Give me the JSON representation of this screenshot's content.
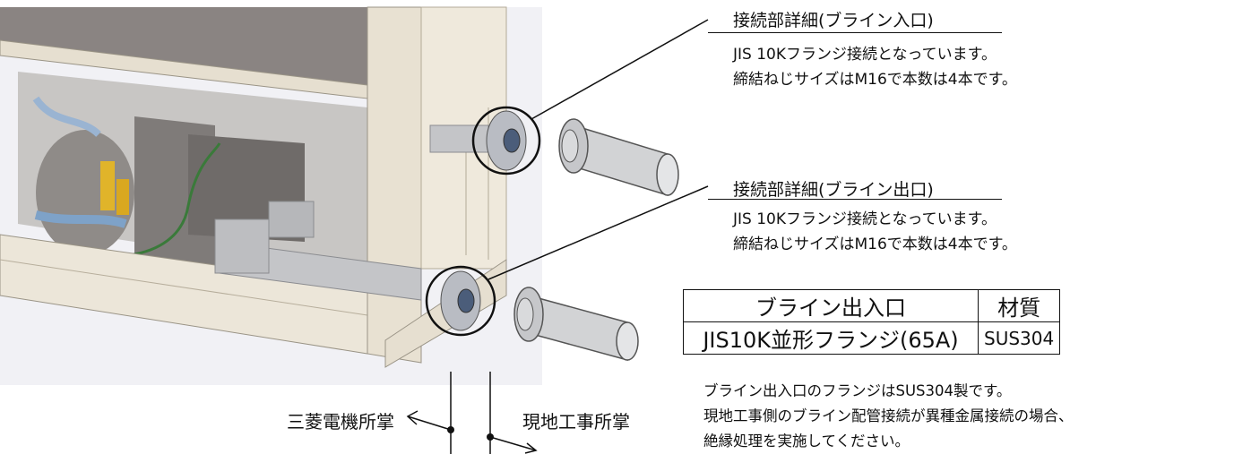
{
  "callout_inlet": {
    "title": "接続部詳細(ブライン入口)",
    "line1": "JIS 10Kフランジ接続となっています。",
    "line2": "締結ねじサイズはM16で本数は4本です。"
  },
  "callout_outlet": {
    "title": "接続部詳細(ブライン出口)",
    "line1": "JIS 10Kフランジ接続となっています。",
    "line2": "締結ねじサイズはM16で本数は4本です。"
  },
  "spec_table": {
    "headers": [
      "ブライン出入口",
      "材質"
    ],
    "rows": [
      [
        "JIS10K並形フランジ(65A)",
        "SUS304"
      ]
    ]
  },
  "note": {
    "line1": "ブライン出入口のフランジはSUS304製です。",
    "line2": "現地工事側のブライン配管接続が異種金属接続の場合、",
    "line3": "絶縁処理を実施してください。"
  },
  "scope": {
    "left_label": "三菱電機所掌",
    "right_label": "現地工事所掌"
  },
  "colors": {
    "frame": "#e6dfd0",
    "panel": "#8a8482",
    "pipe": "#cfd0d2",
    "flange": "#b9bcc3",
    "background_panel": "#f1f1f5"
  }
}
